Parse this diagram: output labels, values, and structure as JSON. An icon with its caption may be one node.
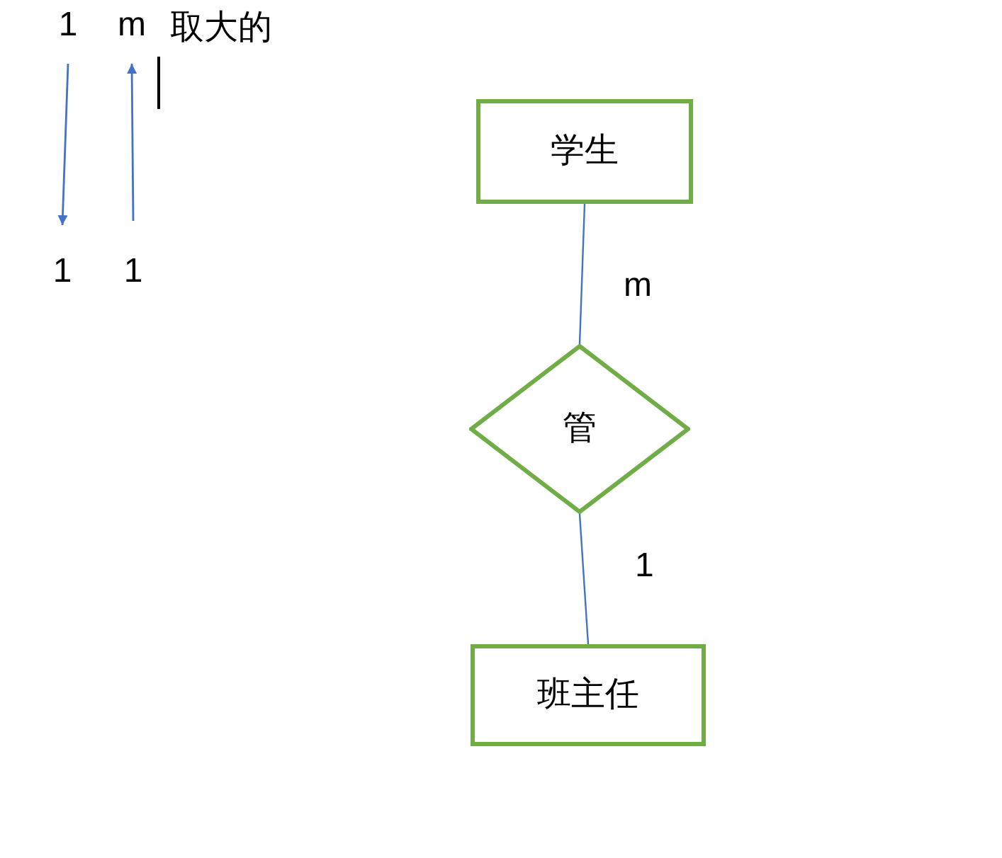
{
  "diagram": {
    "nodes": [
      {
        "text": [
          "1"
        ]
      },
      {
        "text": [
          "m"
        ]
      },
      {
        "text": [
          "1"
        ]
      },
      {
        "text": [
          "1"
        ]
      },
      {
        "text": [
          "学生"
        ]
      },
      {
        "text": [
          "管"
        ]
      },
      {
        "text": [
          "班主任"
        ]
      }
    ],
    "edges": [
      {
        "from": 0,
        "to": 2,
        "arrow": "to"
      },
      {
        "from": 3,
        "to": 1,
        "arrow": "to"
      },
      {
        "from": 4,
        "to": 5,
        "arrow": "none",
        "label": "m"
      },
      {
        "from": 5,
        "to": 6,
        "arrow": "none",
        "label": "1"
      }
    ],
    "labels": [
      "取大的"
    ]
  }
}
